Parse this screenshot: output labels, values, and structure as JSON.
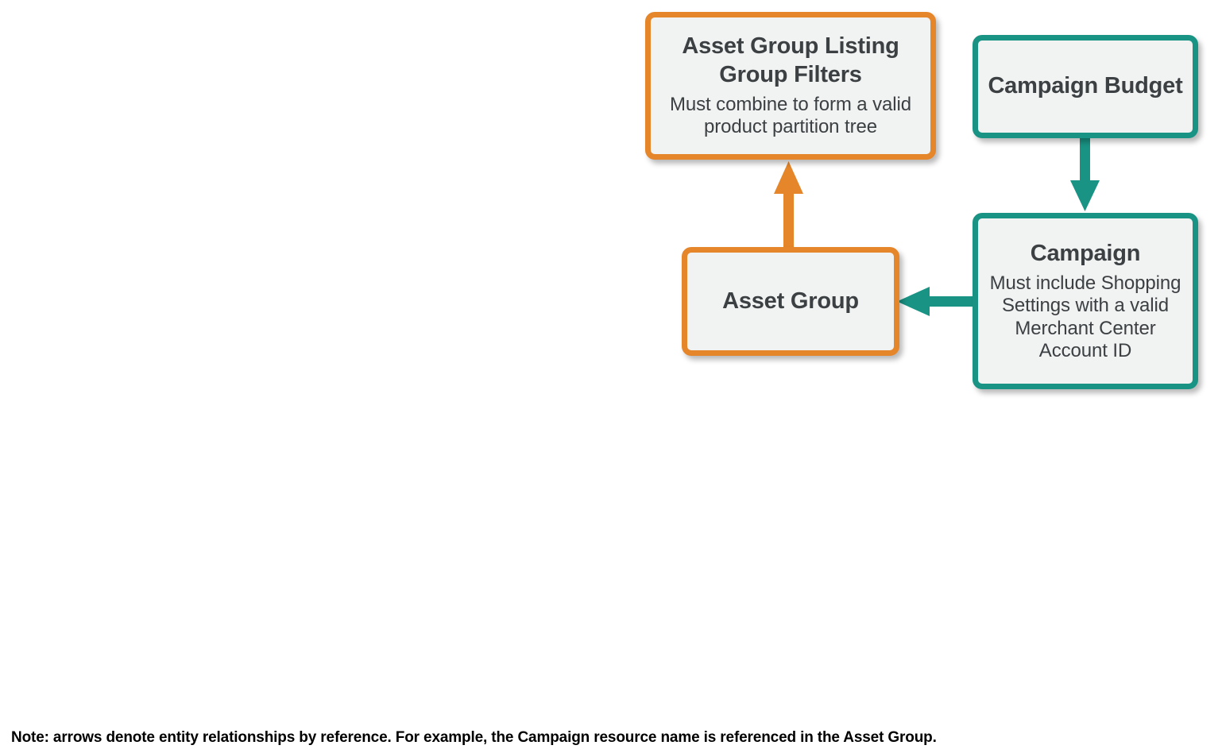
{
  "diagram": {
    "nodes": [
      {
        "id": "asset-group-listing-group-filters",
        "title": "Asset Group Listing Group Filters",
        "subtitle": "Must combine to form a valid product partition tree",
        "color": "#e5862a",
        "fill": "#f1f2f2"
      },
      {
        "id": "asset-group",
        "title": "Asset Group",
        "subtitle": "",
        "color": "#e5862a",
        "fill": "#f1f2f2"
      },
      {
        "id": "campaign-budget",
        "title": "Campaign Budget",
        "subtitle": "",
        "color": "#199384",
        "fill": "#f1f2f2"
      },
      {
        "id": "campaign",
        "title": "Campaign",
        "subtitle": "Must include Shopping Settings with a valid Merchant Center Account ID",
        "color": "#199384",
        "fill": "#f1f2f2"
      }
    ],
    "edges": [
      {
        "id": "asset-group-to-listing-group-filters",
        "from": "asset-group",
        "to": "asset-group-listing-group-filters",
        "direction": "up",
        "color": "#e5862a"
      },
      {
        "id": "campaign-budget-to-campaign",
        "from": "campaign-budget",
        "to": "campaign",
        "direction": "down",
        "color": "#199384"
      },
      {
        "id": "campaign-to-asset-group",
        "from": "campaign",
        "to": "asset-group",
        "direction": "left",
        "color": "#199384"
      }
    ],
    "note": "Note: arrows denote entity relationships by reference. For example, the Campaign resource name is referenced in the Asset Group."
  }
}
